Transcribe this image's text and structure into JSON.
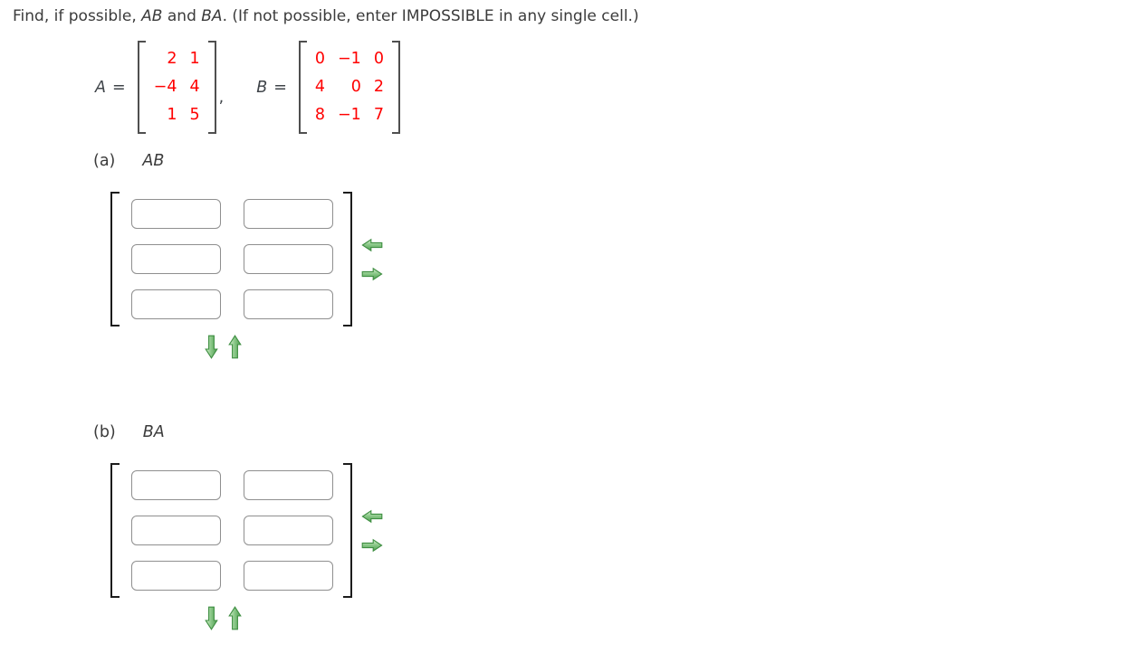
{
  "title": {
    "part1": "Find, if possible, ",
    "term1": "AB",
    "part2": " and ",
    "term2": "BA",
    "part3": ". (If not possible, enter IMPOSSIBLE in any single cell.)"
  },
  "given": {
    "a": {
      "name": "A",
      "eq": "=",
      "rows": [
        [
          "2",
          "1"
        ],
        [
          "−4",
          "4"
        ],
        [
          "1",
          "5"
        ]
      ]
    },
    "comma": ",",
    "b": {
      "name": "B",
      "eq": "=",
      "rows": [
        [
          "0",
          "−1",
          "0"
        ],
        [
          "4",
          "0",
          "2"
        ],
        [
          "8",
          "−1",
          "7"
        ]
      ]
    }
  },
  "sections": {
    "a": {
      "label": "(a)",
      "expression": "AB"
    },
    "b": {
      "label": "(b)",
      "expression": "BA"
    }
  },
  "answer_matrix": {
    "rows": 3,
    "cols": 2,
    "cell_value": "",
    "cell_placeholder": ""
  },
  "icons": {
    "remove_column": "left-arrow-icon",
    "add_column": "right-arrow-icon",
    "add_row": "down-arrow-icon",
    "remove_row": "up-arrow-icon"
  },
  "colors": {
    "matrix_number": "#ff0000",
    "arrow_fill_light": "#d7efcf",
    "arrow_fill_mid": "#8cc98a",
    "arrow_fill_dark": "#4f9e50",
    "arrow_border": "#3e8e41",
    "text": "#3b3b3b"
  }
}
